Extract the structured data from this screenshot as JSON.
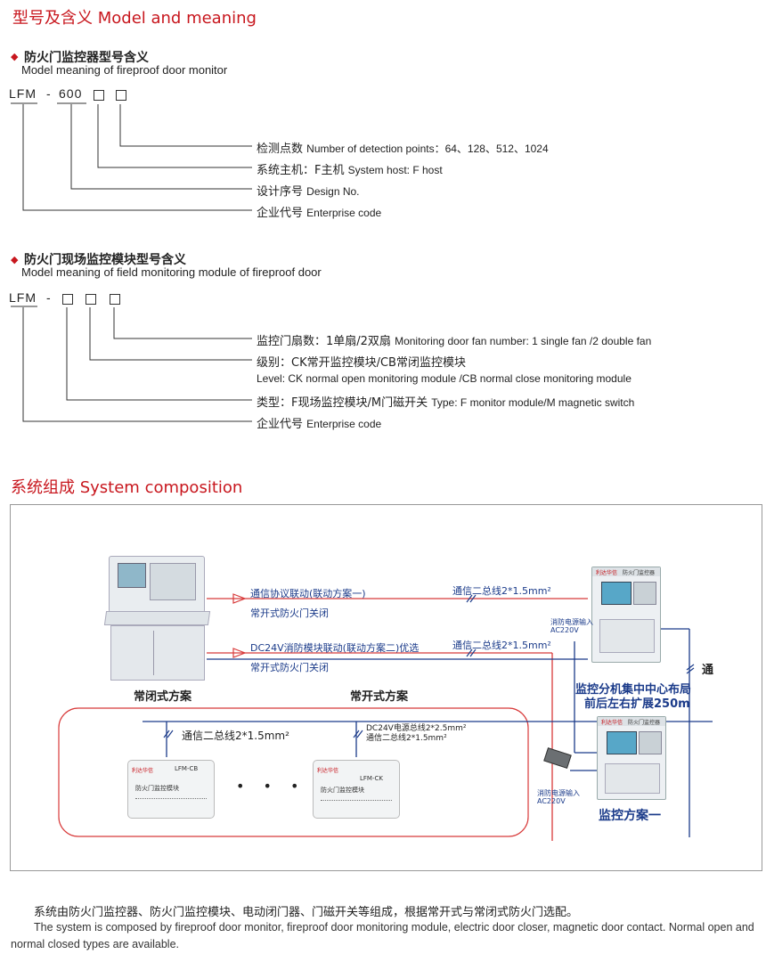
{
  "section1": {
    "title": "型号及含义 Model and meaning"
  },
  "monitor": {
    "title_cn": "防火门监控器型号含义",
    "title_en": "Model meaning of fireproof door monitor",
    "code_prefix": "LFM",
    "code_dash": "-",
    "code_num": "600",
    "items": [
      {
        "cn": "检测点数",
        "en": "Number of detection points：64、128、512、1024"
      },
      {
        "cn": "系统主机：F主机",
        "en": "System host: F host"
      },
      {
        "cn": "设计序号",
        "en": "Design No."
      },
      {
        "cn": "企业代号",
        "en": "Enterprise code"
      }
    ]
  },
  "module": {
    "title_cn": "防火门现场监控模块型号含义",
    "title_en": "Model meaning of field monitoring module of fireproof door",
    "code_prefix": "LFM",
    "code_dash": "-",
    "items": [
      {
        "cn": "监控门扇数：1单扇/2双扇",
        "en": "Monitoring door fan number: 1 single fan /2 double fan"
      },
      {
        "cn": "级别：CK常开监控模块/CB常闭监控模块",
        "en": ""
      },
      {
        "cn": "",
        "en": "Level: CK normal open monitoring module /CB normal close monitoring module"
      },
      {
        "cn": "类型：F现场监控模块/M门磁开关",
        "en": "Type: F monitor module/M magnetic switch"
      },
      {
        "cn": "企业代号",
        "en": "Enterprise code"
      }
    ]
  },
  "section2": {
    "title": "系统组成 System composition"
  },
  "diagram": {
    "link1_label": "通信协议联动(联动方案一)",
    "link1_sub": "常开式防火门关闭",
    "link2_label": "DC24V消防模块联动(联动方案二)优选",
    "link2_sub": "常开式防火门关闭",
    "bus_label_1": "通信二总线2*1.5mm²",
    "bus_label_2": "通信二总线2*1.5mm²",
    "power_input_1": "消防电源输入",
    "power_ac_1": "AC220V",
    "power_input_2": "消防电源输入",
    "power_ac_2": "AC220V",
    "closed_scheme": "常闭式方案",
    "open_scheme": "常开式方案",
    "bus_closed": "通信二总线2*1.5mm²",
    "bus_open_1": "DC24V电源总线2*2.5mm²",
    "bus_open_2": "通信二总线2*1.5mm²",
    "comm_label": "通",
    "center_1": "监控分机集中中心布局",
    "center_2": "前后左右扩展250m",
    "monitor_scheme": "监控方案一",
    "dots": "• • •",
    "module_cb": "LFM-CB",
    "module_ck": "LFM-CK",
    "module_name": "防火门监控模块",
    "brand": "利达华信",
    "cabinet_name": "防火门监控器"
  },
  "footer": {
    "cn": "系统由防火门监控器、防火门监控模块、电动闭门器、门磁开关等组成，根据常开式与常闭式防火门选配。",
    "en1": "The system is composed by fireproof door monitor, fireproof door monitoring module, electric door closer, magnetic door contact. Normal open and",
    "en2": "normal closed types are available."
  },
  "colors": {
    "accent_red": "#c8171e",
    "line_blue": "#1b3b8a",
    "line_red": "#d83a3a"
  }
}
